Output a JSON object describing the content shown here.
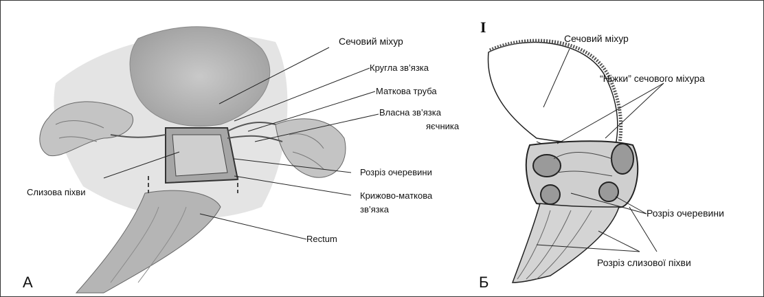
{
  "panel_a": {
    "letter": "А",
    "labels": {
      "bladder": "Сечовий міхур",
      "round_ligament": "Кругла зв’язка",
      "tube": "Маткова труба",
      "ovary_ligament_1": "Власна зв’язка",
      "ovary_ligament_2": "яєчника",
      "peritoneum_cut": "Розріз очеревини",
      "sacro_1": "Крижово-маткова",
      "sacro_2": "зв’язка",
      "vagina_mucosa": "Слизова піхви",
      "rectum": "Rectum"
    }
  },
  "panel_b": {
    "letter": "Б",
    "roman": "I",
    "labels": {
      "bladder": "Сечовий міхур",
      "legs": "“Ніжки” сечового міхура",
      "peritoneum_cut": "Розріз очеревини",
      "vagina_cut": "Розріз слизової піхви"
    }
  },
  "colors": {
    "ink": "#222222",
    "tissue": "#b8b8b8",
    "dark_tissue": "#7a7a7a"
  }
}
